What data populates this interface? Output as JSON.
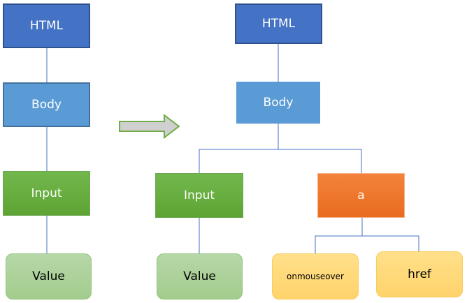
{
  "left_tree": {
    "html": "HTML",
    "body": "Body",
    "input": "Input",
    "value": "Value"
  },
  "right_tree": {
    "html": "HTML",
    "body": "Body",
    "input": "Input",
    "value": "Value",
    "anchor": "a",
    "onmouseover": "onmouseover",
    "href": "href"
  },
  "colors": {
    "connector": "#4472c4",
    "arrow_fill": "#d0d0d0",
    "arrow_stroke": "#70ad47"
  },
  "icons": {
    "transform_arrow": "right-arrow-icon"
  }
}
